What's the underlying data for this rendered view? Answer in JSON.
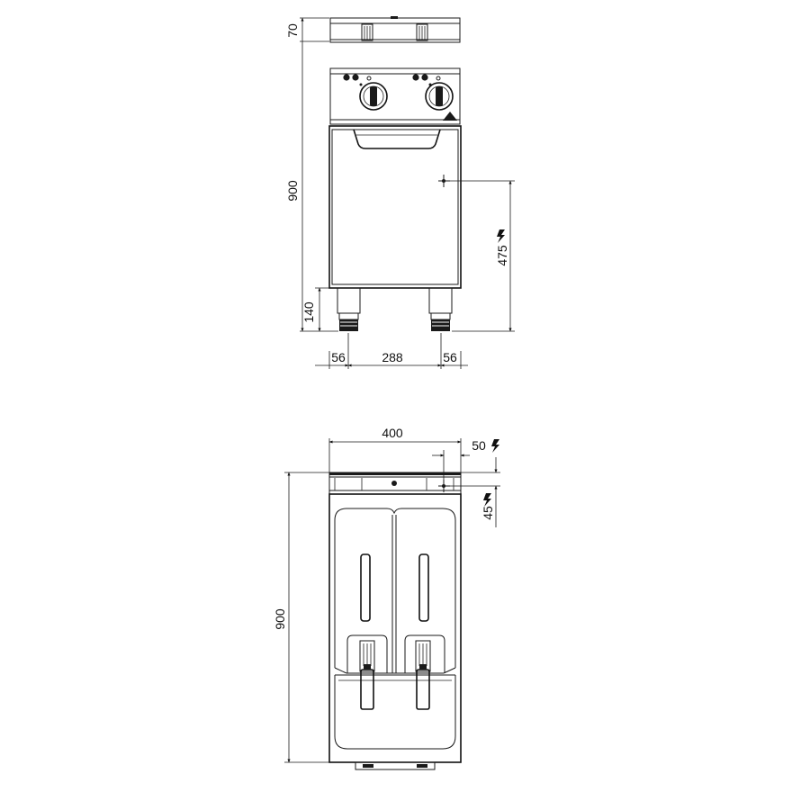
{
  "front_view": {
    "dimensions": {
      "top_height": "70",
      "total_height": "900",
      "connection_height": "475",
      "leg_height": "140",
      "leg_offset_left": "56",
      "leg_spacing": "288",
      "leg_offset_right": "56"
    }
  },
  "top_view": {
    "dimensions": {
      "width": "400",
      "depth": "900",
      "connection_offset_x": "50",
      "connection_offset_y": "45"
    }
  },
  "icons": {
    "electric": "lightning-bolt"
  }
}
